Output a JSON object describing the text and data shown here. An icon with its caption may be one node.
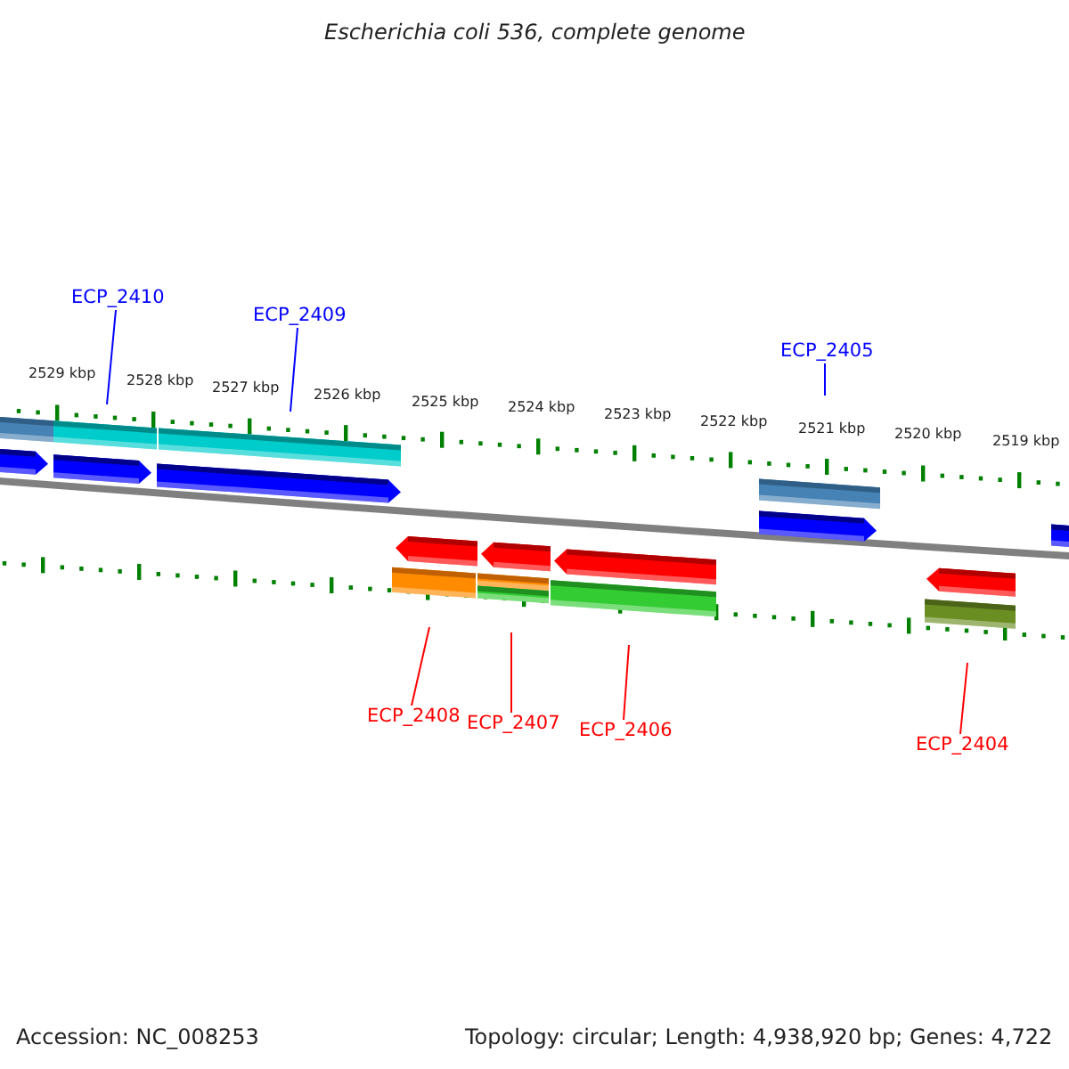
{
  "diagram": {
    "title": "Escherichia coli 536, complete genome",
    "nodes": [
      {
        "text": [
          "ECP_2410"
        ]
      },
      {
        "text": [
          "ECP_2409"
        ]
      },
      {
        "text": [
          "ECP_2405"
        ]
      },
      {
        "text": [
          "ECP_2408"
        ]
      },
      {
        "text": [
          "ECP_2407"
        ]
      },
      {
        "text": [
          "ECP_2406"
        ]
      },
      {
        "text": [
          "ECP_2404"
        ]
      }
    ],
    "edges": [
      {
        "from": 0,
        "to": null,
        "arrow": "none",
        "color": "#0000ff"
      },
      {
        "from": 1,
        "to": null,
        "arrow": "none",
        "color": "#0000ff"
      },
      {
        "from": 2,
        "to": null,
        "arrow": "none",
        "color": "#0000ff"
      },
      {
        "from": 3,
        "to": null,
        "arrow": "none"
      },
      {
        "from": 4,
        "to": null,
        "arrow": "none"
      },
      {
        "from": 5,
        "to": null,
        "arrow": "none"
      },
      {
        "from": 6,
        "to": null,
        "arrow": "none"
      }
    ],
    "labels": [
      "2529 kbp",
      "2528 kbp",
      "2527 kbp",
      "2526 kbp",
      "2525 kbp",
      "2524 kbp",
      "2523 kbp",
      "2522 kbp",
      "2521 kbp",
      "2520 kbp",
      "2519 kbp",
      "Accession: NC_008253",
      "Topology: circular; Length: 4,938,920 bp; Genes: 4,722"
    ]
  }
}
